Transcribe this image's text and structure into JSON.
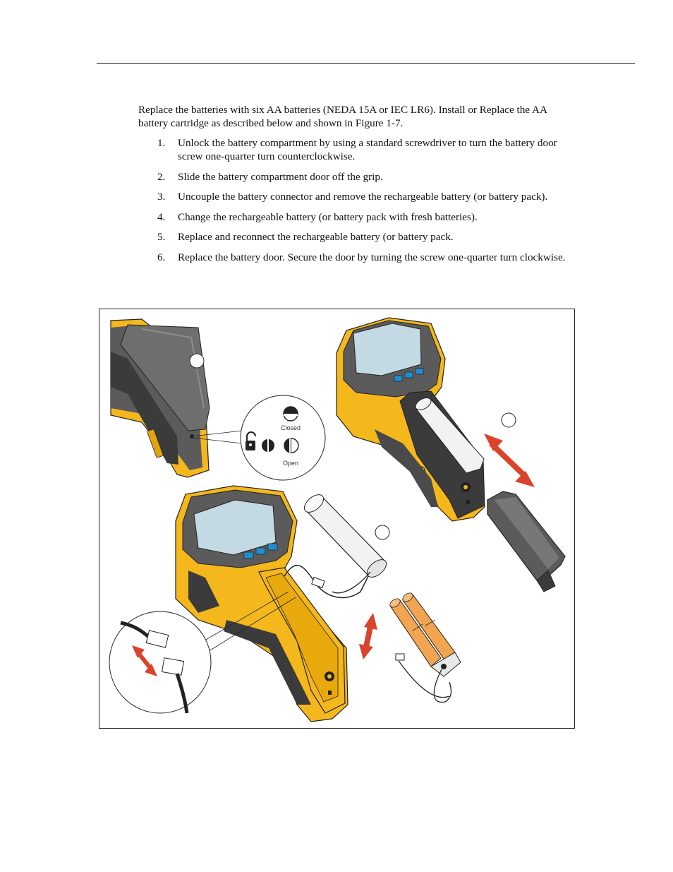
{
  "document": {
    "intro": "Replace the batteries with six AA batteries (NEDA 15A or IEC LR6). Install or Replace the AA battery cartridge as described below and shown in Figure 1-7.",
    "steps": [
      {
        "number": "1.",
        "text": "Unlock the battery compartment by using a standard screwdriver to turn the battery door screw one-quarter turn counterclockwise."
      },
      {
        "number": "2.",
        "text": "Slide the battery compartment door off the grip."
      },
      {
        "number": "3.",
        "text": "Uncouple the battery connector and remove the rechargeable battery (or battery pack)."
      },
      {
        "number": "4.",
        "text": "Change the rechargeable battery (or battery pack with fresh batteries)."
      },
      {
        "number": "5.",
        "text": "Replace and reconnect the rechargeable battery (or battery pack."
      },
      {
        "number": "6.",
        "text": "Replace the battery door. Secure the door by turning the screw one-quarter turn clockwise."
      }
    ]
  },
  "figure": {
    "lock_labels": {
      "closed": "Closed",
      "open": "Open"
    },
    "colors": {
      "body_yellow": "#f4b71c",
      "body_gray": "#5b5b5b",
      "dark_gray": "#3b3b3b",
      "screen": "#c3d9e3",
      "button_blue": "#1f8fd0",
      "arrow_red": "#d9442b",
      "battery_orange": "#f2a450",
      "battery_white": "#f2f2f2"
    }
  }
}
